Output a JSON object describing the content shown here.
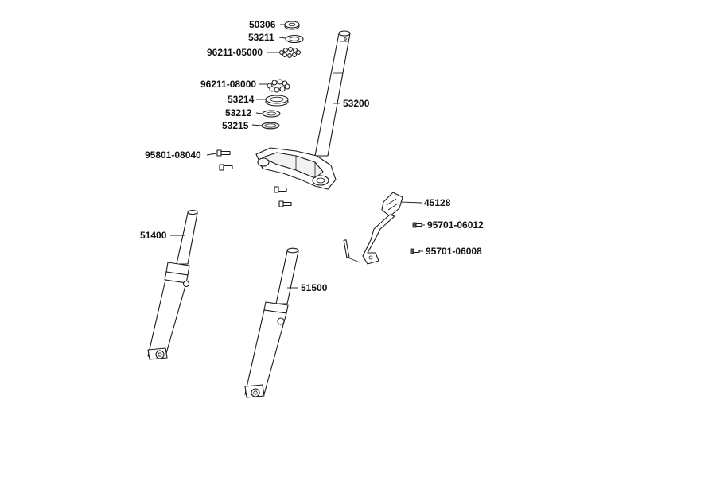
{
  "parts": {
    "p50306": "50306",
    "p53211": "53211",
    "p96211_05000": "96211-05000",
    "p96211_08000": "96211-08000",
    "p53214": "53214",
    "p53212": "53212",
    "p53215": "53215",
    "p53200": "53200",
    "p95801_08040": "95801-08040",
    "p45128": "45128",
    "p95701_06012": "95701-06012",
    "p95701_06008": "95701-06008",
    "p51400": "51400",
    "p51500": "51500"
  }
}
